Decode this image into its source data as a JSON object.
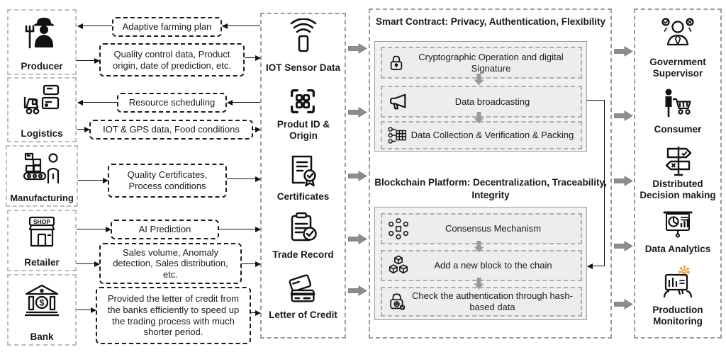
{
  "actors": [
    {
      "label": "Producer",
      "icon": "farmer-icon"
    },
    {
      "label": "Logistics",
      "icon": "logistics-truck-icon"
    },
    {
      "label": "Manufacturing",
      "icon": "conveyor-worker-icon"
    },
    {
      "label": "Retailer",
      "icon": "shop-storefront-icon"
    },
    {
      "label": "Bank",
      "icon": "bank-building-icon"
    }
  ],
  "info_boxes": [
    {
      "text": "Adaptive farming plan"
    },
    {
      "text": "Quality control data, Product origin, date of prediction, etc."
    },
    {
      "text": "Resource scheduling"
    },
    {
      "text": "IOT & GPS data, Food conditions"
    },
    {
      "text": "Quality Certificates, Process conditions"
    },
    {
      "text": "AI Prediction"
    },
    {
      "text": "Sales volume, Anomaly detection, Sales distribution, etc."
    },
    {
      "text": "Provided the letter of credit from the banks efficiently to speed up the trading process with much shorter period."
    }
  ],
  "data_items": [
    {
      "label": "IOT Sensor Data",
      "icon": "iot-sensor-icon"
    },
    {
      "label": "Produt ID & Origin",
      "icon": "qr-code-icon"
    },
    {
      "label": "Certificates",
      "icon": "certificate-icon"
    },
    {
      "label": "Trade Record",
      "icon": "trade-record-icon"
    },
    {
      "label": "Letter of Credit",
      "icon": "credit-card-icon"
    }
  ],
  "smart_contract": {
    "title": "Smart Contract: Privacy, Authentication, Flexibility",
    "steps": [
      {
        "text": "Cryptographic Operation and digital Signature",
        "icon": "padlock-icon"
      },
      {
        "text": "Data broadcasting",
        "icon": "megaphone-icon"
      },
      {
        "text": "Data Collection & Verification & Packing",
        "icon": "data-collection-icon"
      }
    ]
  },
  "blockchain": {
    "title": "Blockchain Platform: Decentralization, Traceability, Integrity",
    "steps": [
      {
        "text": "Consensus Mechanism",
        "icon": "consensus-network-icon"
      },
      {
        "text": "Add a new block to the chain",
        "icon": "blocks-icon"
      },
      {
        "text": "Check the authentication through hash-based data",
        "icon": "hash-lock-icon"
      }
    ]
  },
  "stakeholders": [
    {
      "label": "Government Supervisor",
      "icon": "supervisor-icon"
    },
    {
      "label": "Consumer",
      "icon": "consumer-cart-icon"
    },
    {
      "label": "Distributed Decision making",
      "icon": "decision-signpost-icon"
    },
    {
      "label": "Data Analytics",
      "icon": "analytics-board-icon"
    },
    {
      "label": "Production Monitoring",
      "icon": "production-monitoring-icon"
    }
  ],
  "icon_text": {
    "shop": "SHOP",
    "dollar": "$"
  },
  "colors": {
    "accent_orange": "#F0A32E",
    "arrow_gray": "#8D8D8D",
    "panel_fill": "#F1F1F1",
    "row_fill": "#EDEDED"
  }
}
